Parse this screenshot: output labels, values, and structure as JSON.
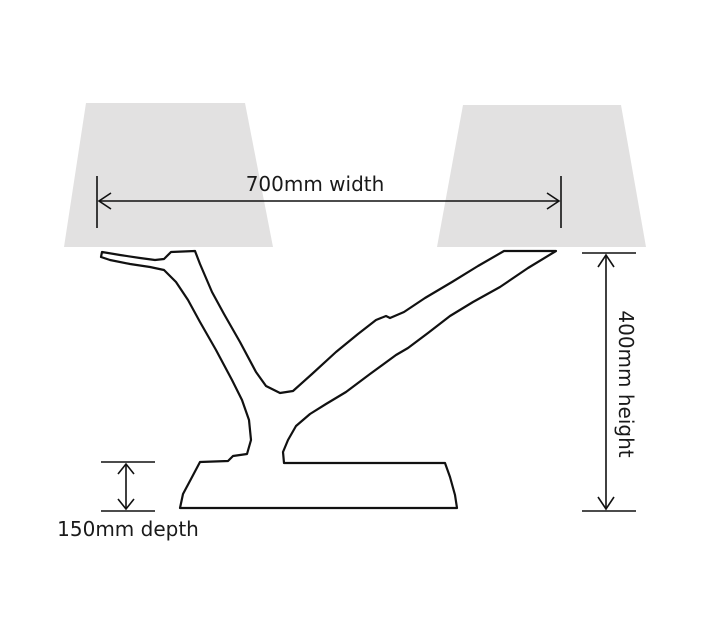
{
  "dimensions": {
    "width_label": "700mm width",
    "height_label": "400mm height",
    "depth_label": "150mm depth"
  },
  "colors": {
    "shade_fill": "#e2e1e1",
    "line": "#111111",
    "base_fill": "#ffffff"
  }
}
